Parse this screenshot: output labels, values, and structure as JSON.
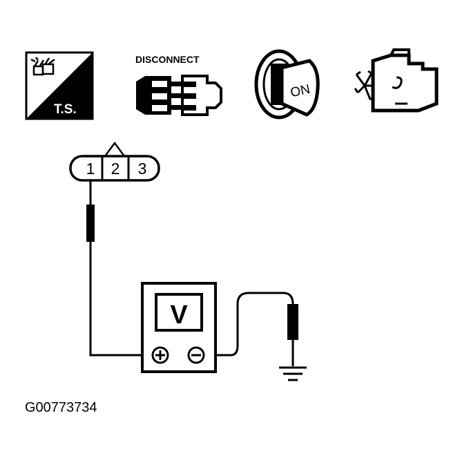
{
  "icons": {
    "troubleshooting_label": "T.S.",
    "disconnect_label": "DISCONNECT",
    "ignition_label": "ON"
  },
  "connector": {
    "pins": [
      "1",
      "2",
      "3"
    ]
  },
  "meter": {
    "unit_label": "V"
  },
  "figure_code": "G00773734"
}
